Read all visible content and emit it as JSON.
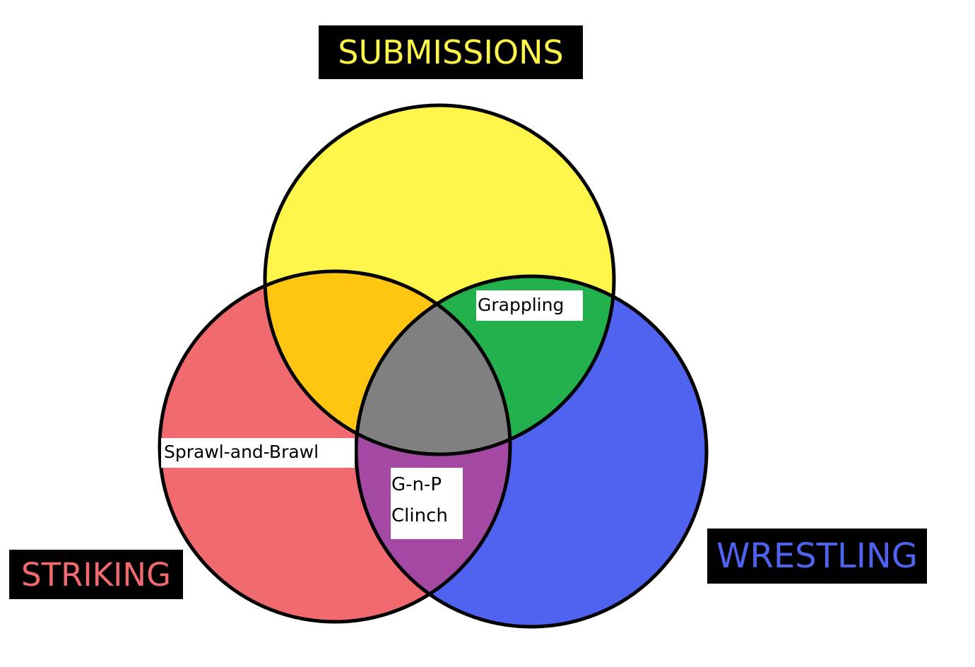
{
  "diagram": {
    "type": "venn",
    "sets": [
      {
        "id": "submissions",
        "label": "SUBMISSIONS",
        "fill": "#FFF64B",
        "text_color": "#FFF64B",
        "label_bg": "#000000"
      },
      {
        "id": "striking",
        "label": "STRIKING",
        "fill": "#F06A6F",
        "text_color": "#F06A6F",
        "label_bg": "#000000"
      },
      {
        "id": "wrestling",
        "label": "WRESTLING",
        "fill": "#5063F0",
        "text_color": "#5063F0",
        "label_bg": "#000000"
      }
    ],
    "intersections": [
      {
        "sets": [
          "submissions",
          "striking"
        ],
        "fill": "#FFC611",
        "label": ""
      },
      {
        "sets": [
          "submissions",
          "wrestling"
        ],
        "fill": "#22B14C",
        "label": "Grappling"
      },
      {
        "sets": [
          "striking",
          "wrestling"
        ],
        "fill": "#A349A4",
        "lines": [
          "G-n-P",
          "Clinch"
        ]
      },
      {
        "sets": [
          "submissions",
          "striking",
          "wrestling"
        ],
        "fill": "#808080",
        "label": ""
      }
    ],
    "region_labels": {
      "striking_only": "Sprawl-and-Brawl"
    },
    "outline_color": "#000000"
  }
}
